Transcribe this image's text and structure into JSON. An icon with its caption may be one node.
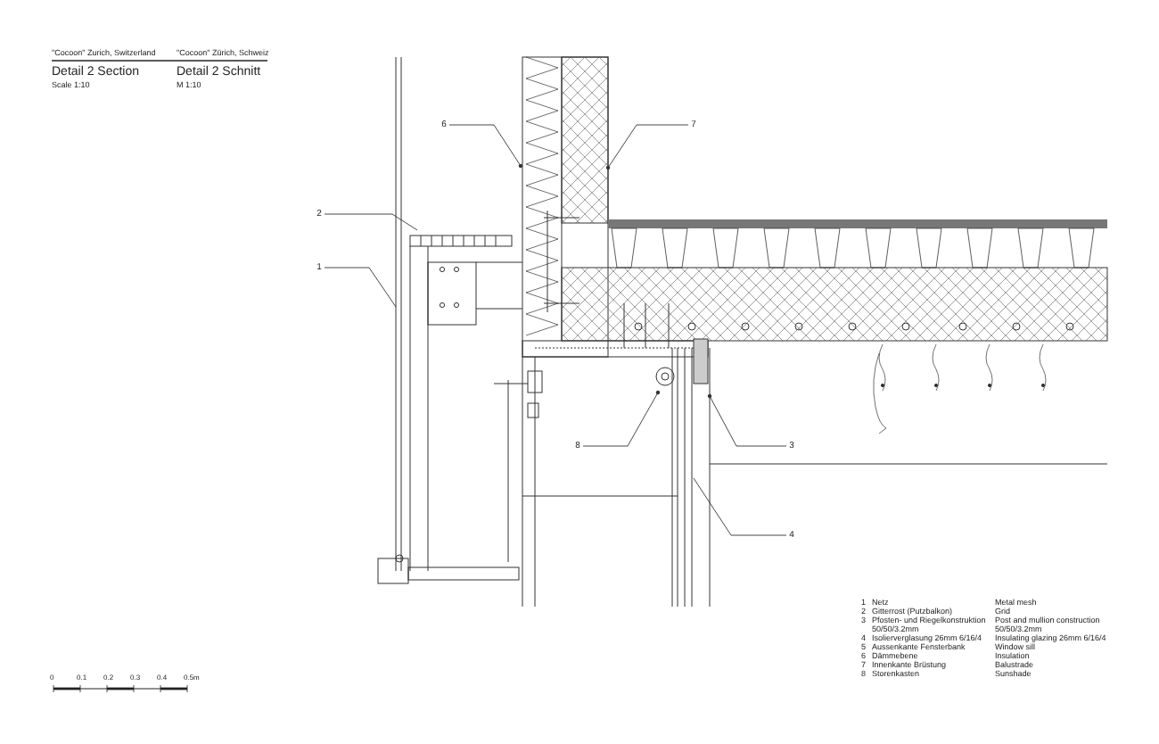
{
  "diagram": {
    "nodes": [
      {
        "text": [
          "6"
        ]
      },
      {
        "text": [
          "7"
        ]
      },
      {
        "text": [
          "2"
        ]
      },
      {
        "text": [
          "1"
        ]
      },
      {
        "text": [
          "8"
        ]
      },
      {
        "text": [
          "3"
        ]
      },
      {
        "text": [
          "4"
        ]
      }
    ],
    "edges": [
      {
        "from": 0,
        "to": null,
        "arrow": "other"
      },
      {
        "from": 1,
        "to": null,
        "arrow": "other"
      },
      {
        "from": 2,
        "to": null,
        "arrow": "none"
      },
      {
        "from": 3,
        "to": null,
        "arrow": "none"
      },
      {
        "from": 4,
        "to": null,
        "arrow": "other"
      },
      {
        "from": 5,
        "to": null,
        "arrow": "other"
      },
      {
        "from": 6,
        "to": null,
        "arrow": "none"
      }
    ],
    "labels": [
      "\"Cocoon\" Zurich, Switzerland",
      "\"Cocoon\" Zürich, Schweiz",
      "Detail 2 Section",
      "Detail 2 Schnitt",
      "Scale 1:10",
      "M 1:10",
      "1",
      "Netz",
      "Metal mesh",
      "2",
      "Gitterrost (Putzbalkon)",
      "Grid",
      "3",
      "Pfosten- und Riegelkonstruktion 50/50/3.2mm",
      "Post and mullion construction 50/50/3.2mm",
      "4",
      "Isolierverglasung 26mm 6/16/4",
      "Insulating glazing 26mm 6/16/4",
      "5",
      "Aussenkante Fensterbank",
      "Window sill",
      "6",
      "Dämmebene",
      "Insulation",
      "7",
      "Innenkante Brüstung",
      "Balustrade",
      "8",
      "Storenkasten",
      "Sunshade",
      "0",
      "0.1",
      "0.2",
      "0.3",
      "0.4",
      "0.5m"
    ]
  }
}
